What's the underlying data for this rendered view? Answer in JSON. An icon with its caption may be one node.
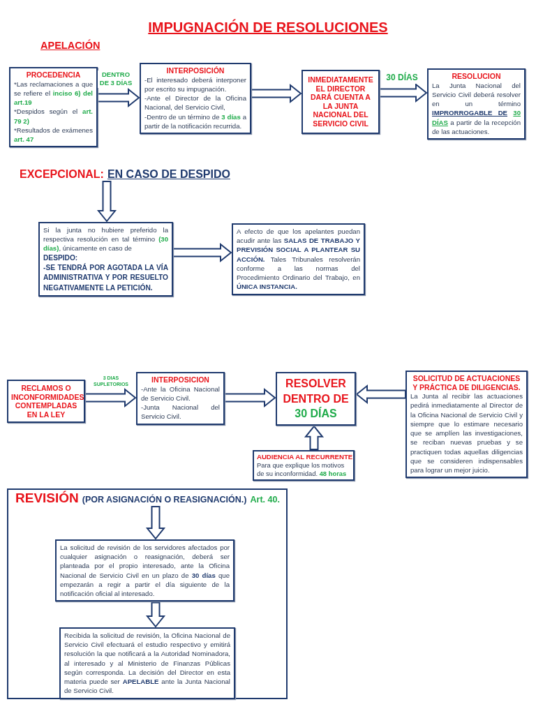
{
  "diagram": {
    "title": "IMPUGNACIÓN DE RESOLUCIONES",
    "nodes": [
      {
        "text": [
          "PROCEDENCIA",
          "*Las reclamaciones a que se refiere el **inciso 6) del art.19**",
          "*Despidos según el **art. 79 2)**",
          "*Resultados de exámenes **art. 47**"
        ]
      },
      {
        "text": [
          "INTERPOSICIÓN",
          "-El interesado deberá interponer por escrito su impugnación.",
          "-Ante el Director de la Oficina Nacional, del Servicio Civil,",
          "-Dentro de un término de **3 días** a partir de la notificación recurrida."
        ]
      },
      {
        "text": [
          "INMEDIATAMENTE EL DIRECTOR DARÁ CUENTA A LA JUNTA NACIONAL DEL SERVICIO CIVIL"
        ]
      },
      {
        "text": [
          "RESOLUCION",
          "La Junta Nacional del Servicio Civil deberá resolver en un término **IMPRORROGABLE DE** **30 DÍAS** a partir de la recepción de las actuaciones."
        ]
      },
      {
        "text": [
          "EXCEPCIONAL:",
          "EN CASO DE DESPIDO"
        ]
      },
      {
        "text": [
          "Si la junta no hubiere preferido la respectiva resolución en tal término **(30 días)**, únicamente en caso de",
          "DESPIDO:",
          "-SE TENDRÁ POR AGOTADA LA VÍA ADMINISTRATIVA Y POR RESUELTO NEGATIVAMENTE LA PETICIÓN."
        ]
      },
      {
        "text": [
          "A efecto de que los apelantes puedan acudir ante las **SALAS DE TRABAJO Y PREVISIÓN SOCIAL A PLANTEAR SU ACCIÓN.** Tales Tribunales resolverán conforme a las normas del Procedimiento Ordinario del Trabajo, en **ÚNICA INSTANCIA.**"
        ]
      },
      {
        "text": [
          "RECLAMOS O INCONFORMIDADES CONTEMPLADAS EN LA LEY"
        ]
      },
      {
        "text": [
          "INTERPOSICION",
          "-Ante la Oficina Nacional de Servicio Civil.",
          "-Junta Nacional del Servicio Civil."
        ]
      },
      {
        "text": [
          "RESOLVER DENTRO DE",
          "30 DÍAS"
        ]
      },
      {
        "text": [
          "SOLICITUD DE ACTUACIONES Y PRÁCTICA DE DILIGENCIAS.",
          "La Junta al recibir las actuaciones pedirá inmediatamente al Director de la Oficina Nacional de Servicio Civil y siempre que lo estimare necesario que se amplíen las investigaciones, se reciban nuevas pruebas y se practiquen todas aquellas diligencias que se consideren indispensables para lograr un mejor juicio."
        ]
      },
      {
        "text": [
          "AUDIENCIA AL RECURRENTE",
          "Para que explique los motivos de su inconformidad. **48 horas**"
        ]
      },
      {
        "text": [],
        "shape": "box"
      },
      {
        "text": [
          "REVISIÓN",
          "(POR ASIGNACIÓN O REASIGNACIÓN.)",
          "Art. 40."
        ],
        "in": 12
      },
      {
        "text": [
          "La solicitud de revisión de los servidores afectados por cualquier asignación o reasignación, deberá ser planteada por el propio interesado, ante la Oficina Nacional de Servicio Civil en un plazo de **30 días** que empezarán a regir a partir el día siguiente de la notificación oficial al interesado."
        ],
        "in": 12
      },
      {
        "text": [
          "Recibida la solicitud de revisión, la Oficina Nacional de Servicio Civil efectuará el estudio respectivo y emitirá resolución la que notificará a la Autoridad Nominadora, al interesado y al Ministerio de Finanzas Públicas según corresponda. La decisión del Director en esta materia puede ser **APELABLE** ante la Junta Nacional de Servicio Civil."
        ],
        "in": 12
      }
    ],
    "edges": [
      {
        "from": 0,
        "to": 1,
        "arrow": "to",
        "label": "DENTRO DE 3 DÍAS"
      },
      {
        "from": 1,
        "to": 2,
        "arrow": "to"
      },
      {
        "from": 2,
        "to": 3,
        "arrow": "to",
        "label": "30 DÍAS"
      },
      {
        "from": 4,
        "to": 5,
        "arrow": "to"
      },
      {
        "from": 5,
        "to": 6,
        "arrow": "to"
      },
      {
        "from": 7,
        "to": 8,
        "arrow": "to",
        "label": "3 DIAS SUPLETORIOS"
      },
      {
        "from": 8,
        "to": 9,
        "arrow": "to"
      },
      {
        "from": 10,
        "to": 9,
        "arrow": "to"
      },
      {
        "from": 11,
        "to": 9,
        "arrow": "to"
      },
      {
        "from": 13,
        "to": 14,
        "arrow": "to"
      },
      {
        "from": 14,
        "to": 15,
        "arrow": "to"
      }
    ],
    "labels": [
      "APELACIÓN"
    ]
  }
}
